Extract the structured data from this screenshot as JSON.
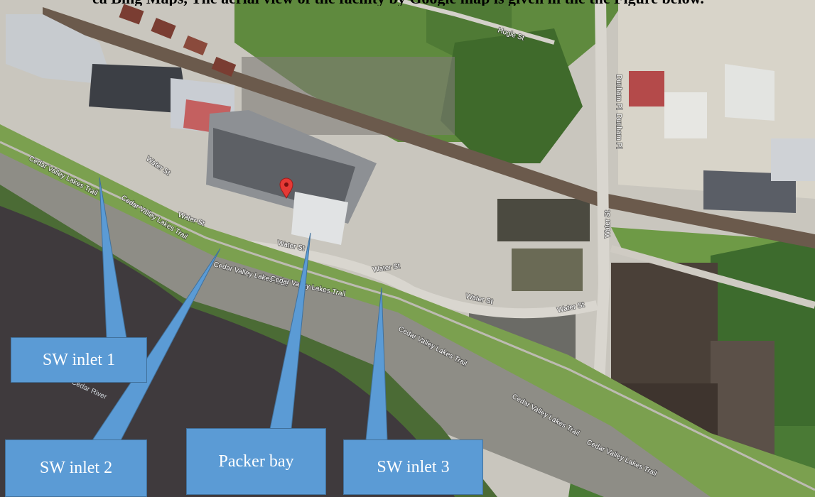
{
  "caption_fragment": "ea Bing Maps, The aerial view of the facility by Google map is given in the the Figure below.",
  "streets": {
    "hogle": "Hogle St",
    "durham_a": "Dunham Pl",
    "durham_b": "Dunham Pl",
    "water_1": "Water St",
    "water_2": "Water St",
    "water_3": "Water St",
    "water_4": "Water St",
    "water_5": "Water St",
    "water_6": "Water St",
    "water_7": "Water St",
    "trail_1": "Cedar Valley Lakes Trail",
    "trail_2": "Cedar Valley Lakes Trail",
    "trail_3": "Cedar Valley Lakes Trail",
    "trail_4": "Cedar Valley Lakes Trail",
    "trail_5": "Cedar Valley Lakes Trail",
    "trail_6": "Cedar Valley Lakes Trail",
    "trail_7": "Cedar Valley Lakes Trail",
    "river": "Cedar River"
  },
  "callouts": {
    "sw_inlet_1": "SW inlet 1",
    "sw_inlet_2": "SW inlet 2",
    "packer_bay": "Packer bay",
    "sw_inlet_3": "SW inlet 3"
  },
  "colors": {
    "callout_fill": "#5b9bd5",
    "callout_border": "#41719c",
    "pin": "#e53935",
    "river": "#3f3a3d",
    "grass": "#6f9a45",
    "lot": "#cfccc4"
  }
}
